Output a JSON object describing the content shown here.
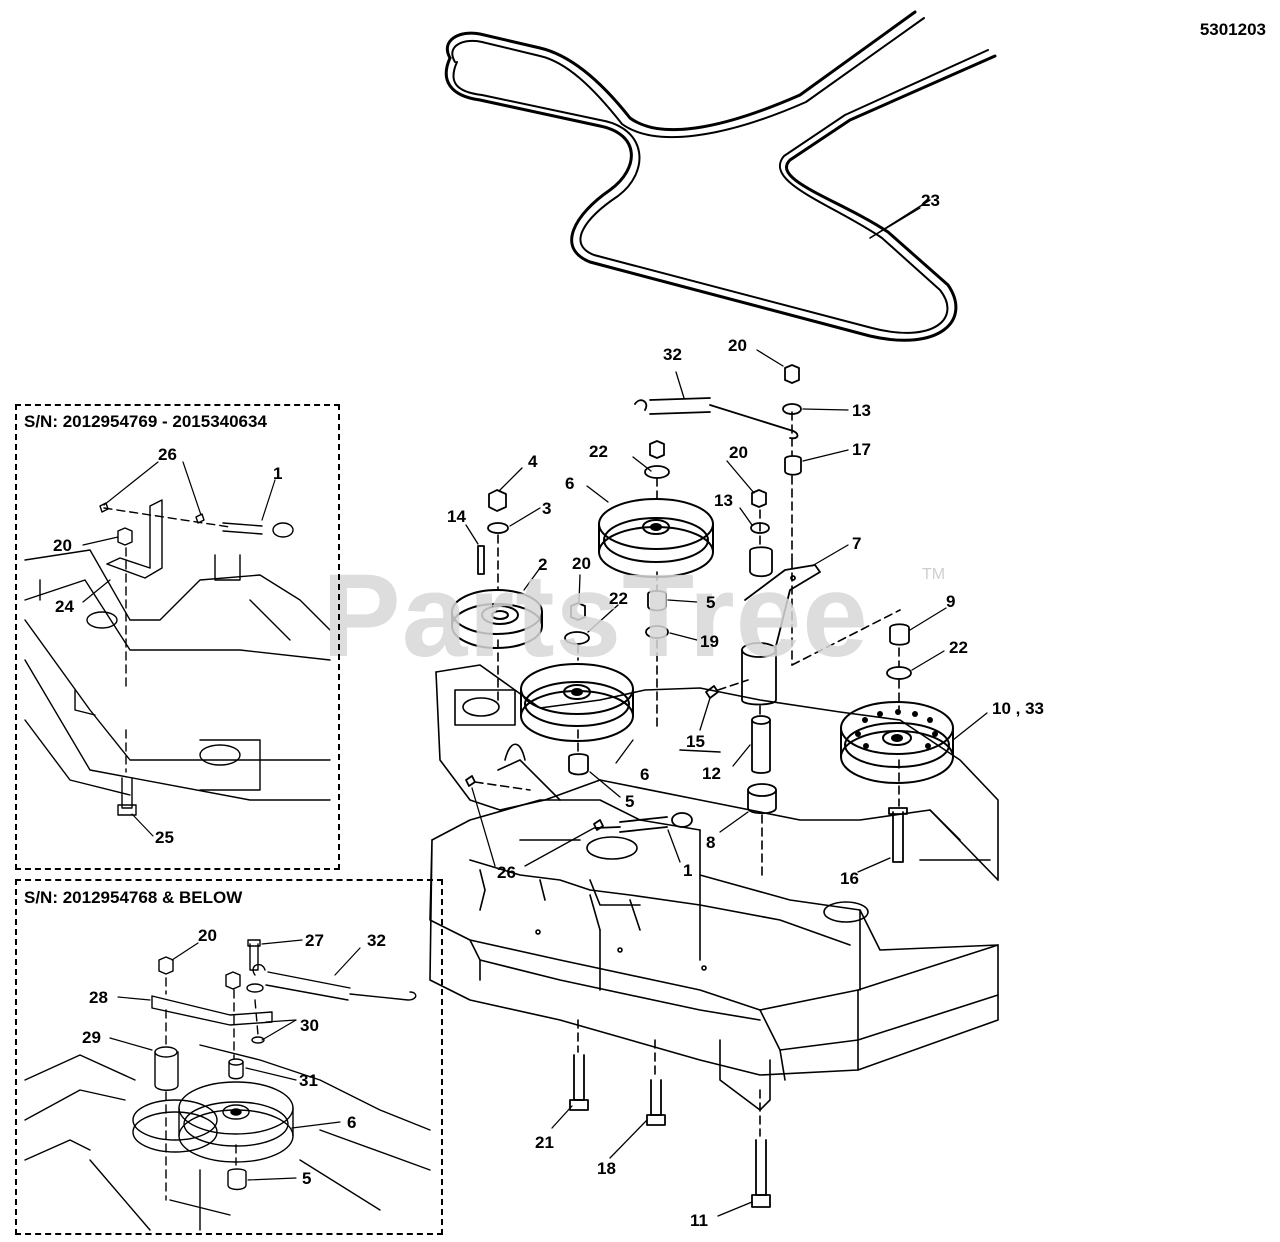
{
  "document_number": "5301203",
  "watermark": "PartsTree",
  "trademark": "TM",
  "insets": {
    "upper": {
      "title": "S/N: 2012954769 - 2015340634"
    },
    "lower": {
      "title": "S/N: 2012954768 & BELOW"
    }
  },
  "main_labels": {
    "l23": "23",
    "l32": "32",
    "l20a": "20",
    "l13a": "13",
    "l17": "17",
    "l22a": "22",
    "l20b": "20",
    "l6a": "6",
    "l4": "4",
    "l3": "3",
    "l13b": "13",
    "l7": "7",
    "l14": "14",
    "l2": "2",
    "l20c": "20",
    "l22b": "22",
    "l5a": "5",
    "l19": "19",
    "l9": "9",
    "l22c": "22",
    "l1033": "10 , 33",
    "l15": "15",
    "l6b": "6",
    "l12": "12",
    "l5b": "5",
    "l8": "8",
    "l26": "26",
    "l1": "1",
    "l16": "16",
    "l21": "21",
    "l18": "18",
    "l11": "11"
  },
  "upper_inset_labels": {
    "l26": "26",
    "l1": "1",
    "l20": "20",
    "l24": "24",
    "l25": "25"
  },
  "lower_inset_labels": {
    "l20": "20",
    "l27": "27",
    "l32": "32",
    "l28": "28",
    "l30": "30",
    "l29": "29",
    "l31": "31",
    "l6": "6",
    "l5": "5"
  }
}
